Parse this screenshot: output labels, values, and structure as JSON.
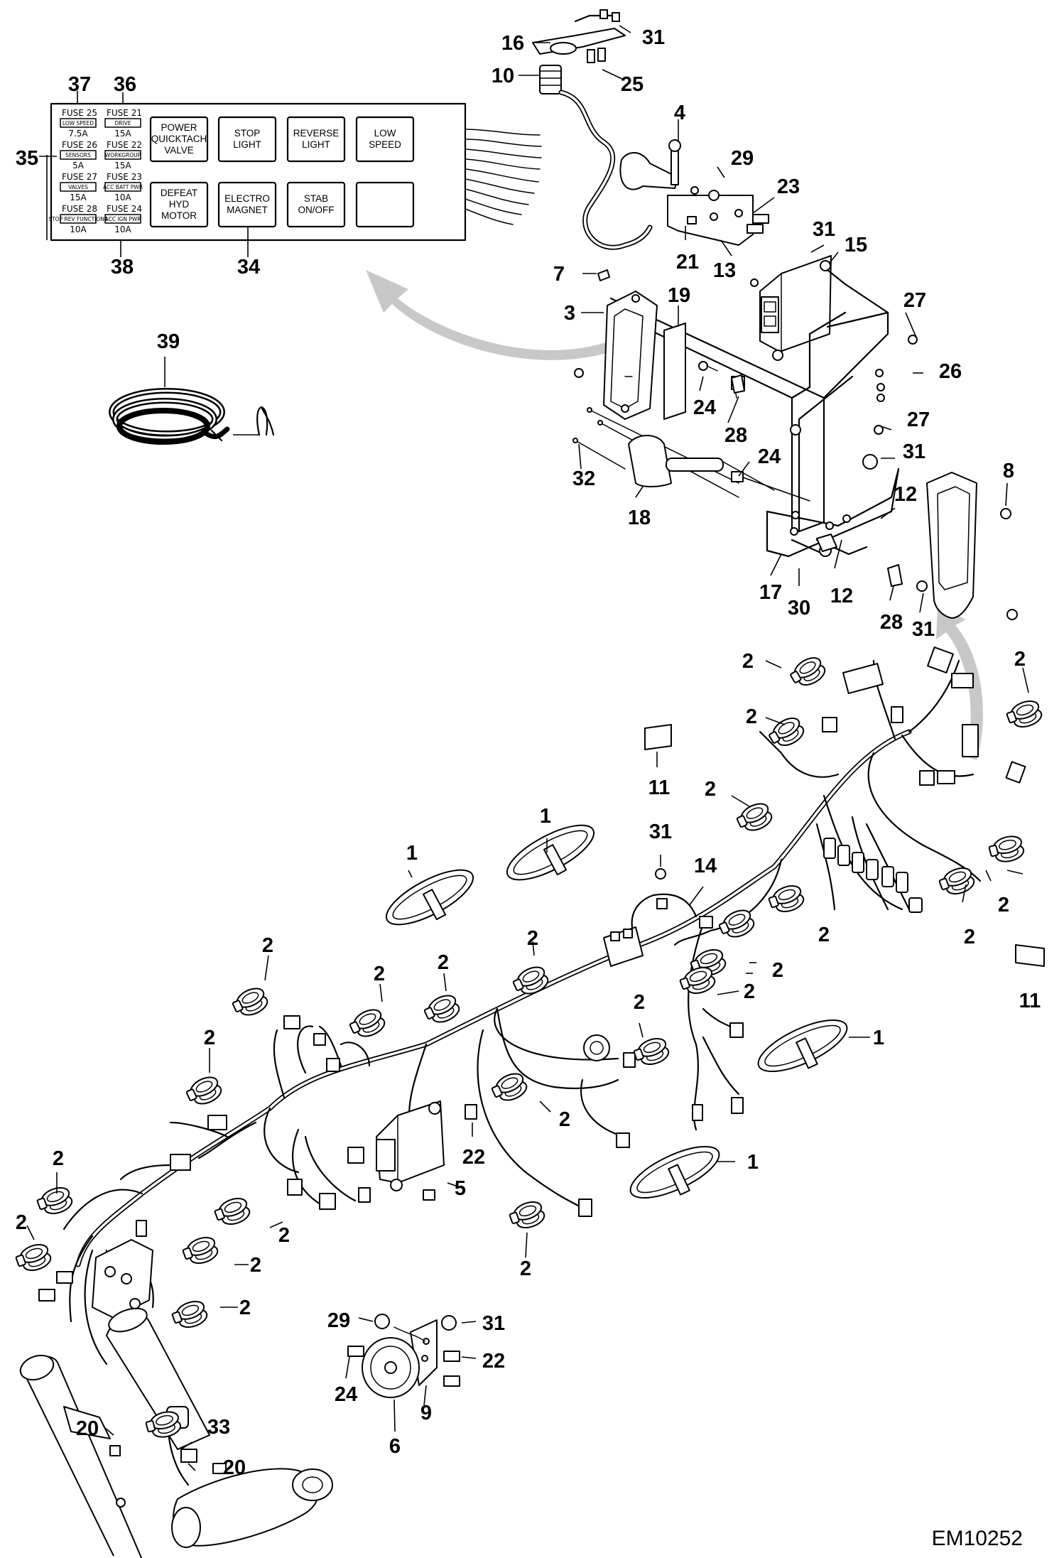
{
  "drawing_id": "EM10252",
  "fuse_panel": {
    "fuses": [
      {
        "label": "FUSE 25",
        "tag": "LOW SPEED",
        "rating": "7.5A"
      },
      {
        "label": "FUSE 21",
        "tag": "DRIVE",
        "rating": "15A"
      },
      {
        "label": "FUSE 26",
        "tag": "SENSORS",
        "rating": "5A"
      },
      {
        "label": "FUSE 22",
        "tag": "WORKGROUP",
        "rating": "15A"
      },
      {
        "label": "FUSE 27",
        "tag": "VALVES",
        "rating": "15A"
      },
      {
        "label": "FUSE 23",
        "tag": "ACC BATT PWR",
        "rating": "10A"
      },
      {
        "label": "FUSE 28",
        "tag": "STOP REV FUNCTIONS",
        "rating": "10A"
      },
      {
        "label": "FUSE 24",
        "tag": "ACC IGN PWR",
        "rating": "10A"
      }
    ],
    "relays": [
      {
        "line1": "POWER",
        "line2": "QUICKTACH",
        "line3": "VALVE"
      },
      {
        "line1": "STOP",
        "line2": "LIGHT",
        "line3": ""
      },
      {
        "line1": "REVERSE",
        "line2": "LIGHT",
        "line3": ""
      },
      {
        "line1": "LOW",
        "line2": "SPEED",
        "line3": ""
      },
      {
        "line1": "DEFEAT",
        "line2": "HYD",
        "line3": "MOTOR"
      },
      {
        "line1": "ELECTRO",
        "line2": "MAGNET",
        "line3": ""
      },
      {
        "line1": "STAB",
        "line2": "ON/OFF",
        "line3": ""
      },
      {
        "line1": "",
        "line2": "",
        "line3": ""
      }
    ]
  },
  "callouts": [
    {
      "id": "c37",
      "text": "37"
    },
    {
      "id": "c36",
      "text": "36"
    },
    {
      "id": "c35",
      "text": "35"
    },
    {
      "id": "c38",
      "text": "38"
    },
    {
      "id": "c34",
      "text": "34"
    },
    {
      "id": "c16",
      "text": "16"
    },
    {
      "id": "c10",
      "text": "10"
    },
    {
      "id": "c31a",
      "text": "31"
    },
    {
      "id": "c25",
      "text": "25"
    },
    {
      "id": "c4",
      "text": "4"
    },
    {
      "id": "c29a",
      "text": "29"
    },
    {
      "id": "c23",
      "text": "23"
    },
    {
      "id": "c21",
      "text": "21"
    },
    {
      "id": "c13",
      "text": "13"
    },
    {
      "id": "c31b",
      "text": "31"
    },
    {
      "id": "c15",
      "text": "15"
    },
    {
      "id": "c7",
      "text": "7"
    },
    {
      "id": "c3",
      "text": "3"
    },
    {
      "id": "c19",
      "text": "19"
    },
    {
      "id": "c27a",
      "text": "27"
    },
    {
      "id": "c26",
      "text": "26"
    },
    {
      "id": "c24a",
      "text": "24"
    },
    {
      "id": "c28a",
      "text": "28"
    },
    {
      "id": "c27b",
      "text": "27"
    },
    {
      "id": "c31c",
      "text": "31"
    },
    {
      "id": "c24b",
      "text": "24"
    },
    {
      "id": "c32",
      "text": "32"
    },
    {
      "id": "c18",
      "text": "18"
    },
    {
      "id": "c8",
      "text": "8"
    },
    {
      "id": "c12a",
      "text": "12"
    },
    {
      "id": "c12b",
      "text": "12"
    },
    {
      "id": "c17",
      "text": "17"
    },
    {
      "id": "c30",
      "text": "30"
    },
    {
      "id": "c28b",
      "text": "28"
    },
    {
      "id": "c31d",
      "text": "31"
    },
    {
      "id": "c39",
      "text": "39"
    },
    {
      "id": "c2a",
      "text": "2"
    },
    {
      "id": "c2b",
      "text": "2"
    },
    {
      "id": "c2c",
      "text": "2"
    },
    {
      "id": "c11a",
      "text": "11"
    },
    {
      "id": "c2d",
      "text": "2"
    },
    {
      "id": "c1a",
      "text": "1"
    },
    {
      "id": "c1b",
      "text": "1"
    },
    {
      "id": "c31e",
      "text": "31"
    },
    {
      "id": "c14",
      "text": "14"
    },
    {
      "id": "c2e",
      "text": "2"
    },
    {
      "id": "c2f",
      "text": "2"
    },
    {
      "id": "c2g",
      "text": "2"
    },
    {
      "id": "c2h",
      "text": "2"
    },
    {
      "id": "c2i",
      "text": "2"
    },
    {
      "id": "c2j",
      "text": "2"
    },
    {
      "id": "c2k",
      "text": "2"
    },
    {
      "id": "c2l",
      "text": "2"
    },
    {
      "id": "c11b",
      "text": "11"
    },
    {
      "id": "c2m",
      "text": "2"
    },
    {
      "id": "c2n",
      "text": "2"
    },
    {
      "id": "c2o",
      "text": "2"
    },
    {
      "id": "c2p",
      "text": "2"
    },
    {
      "id": "c1c",
      "text": "1"
    },
    {
      "id": "c2q",
      "text": "2"
    },
    {
      "id": "c22a",
      "text": "22"
    },
    {
      "id": "c5",
      "text": "5"
    },
    {
      "id": "c1d",
      "text": "1"
    },
    {
      "id": "c2r",
      "text": "2"
    },
    {
      "id": "c2s",
      "text": "2"
    },
    {
      "id": "c2t",
      "text": "2"
    },
    {
      "id": "c2u",
      "text": "2"
    },
    {
      "id": "c2v",
      "text": "2"
    },
    {
      "id": "c2w",
      "text": "2"
    },
    {
      "id": "c29b",
      "text": "29"
    },
    {
      "id": "c31f",
      "text": "31"
    },
    {
      "id": "c22b",
      "text": "22"
    },
    {
      "id": "c24c",
      "text": "24"
    },
    {
      "id": "c9",
      "text": "9"
    },
    {
      "id": "c6",
      "text": "6"
    },
    {
      "id": "c20a",
      "text": "20"
    },
    {
      "id": "c33",
      "text": "33"
    },
    {
      "id": "c20b",
      "text": "20"
    }
  ]
}
